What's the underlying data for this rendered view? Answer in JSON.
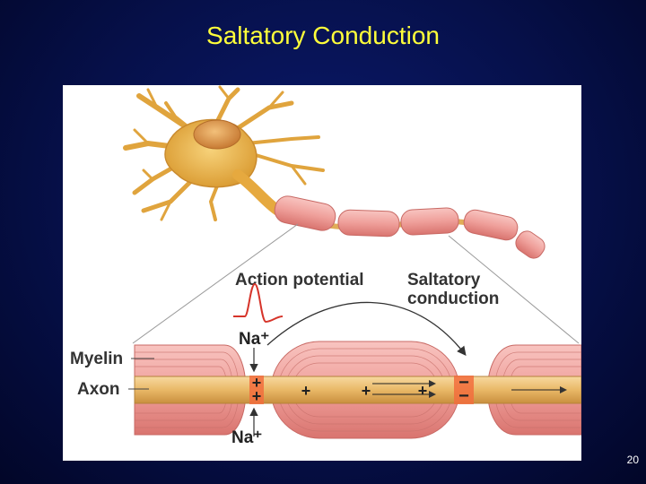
{
  "slide": {
    "title": "Saltatory Conduction",
    "page_number": "20"
  },
  "diagram": {
    "labels": {
      "action_potential": "Action potential",
      "saltatory_line1": "Saltatory",
      "saltatory_line2": "conduction",
      "na_top": "Na⁺",
      "na_bottom": "Na⁺",
      "myelin": "Myelin",
      "axon": "Axon"
    },
    "charges": {
      "node_plus_1": "+",
      "node_plus_2": "+",
      "inner_plus_1": "+",
      "inner_plus_2": "+",
      "inner_plus_3": "+",
      "node_minus_1": "−",
      "node_minus_2": "−"
    },
    "colors": {
      "neuron": "#eab44a",
      "myelin": "#f0a4a0",
      "axon": "#f2c678",
      "node_highlight": "#f26d3d",
      "text": "#2a2a2a"
    }
  }
}
